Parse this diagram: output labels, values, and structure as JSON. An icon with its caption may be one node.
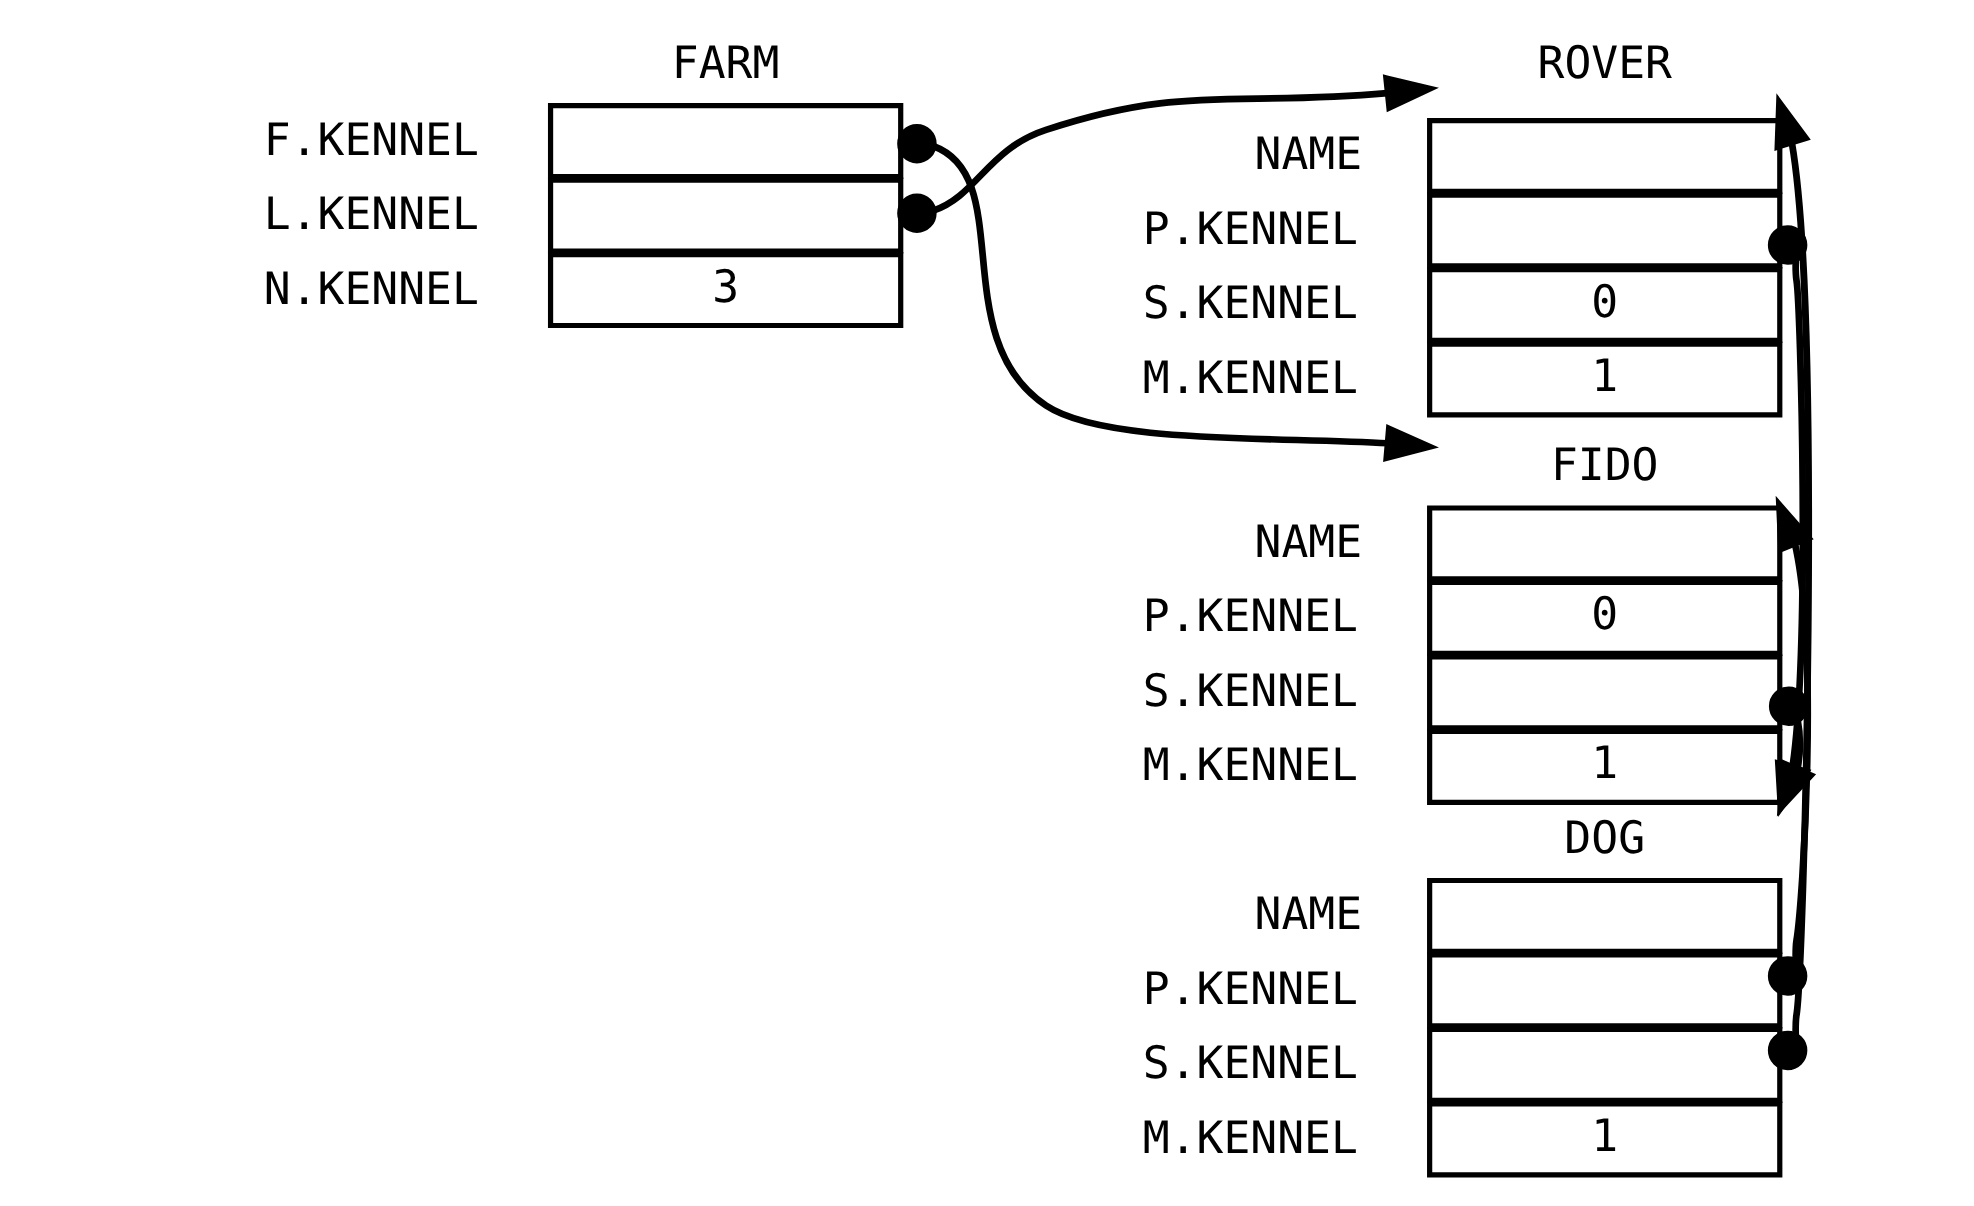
{
  "diagram": {
    "nodes": [
      {
        "text": [
          "FARM"
        ]
      },
      {
        "text": [],
        "shape": "box",
        "beside": [
          "F.KENNEL"
        ]
      },
      {
        "text": [],
        "shape": "box",
        "beside": [
          "L.KENNEL"
        ]
      },
      {
        "text": [
          "3"
        ],
        "beside": [
          "N.KENNEL"
        ]
      },
      {
        "text": [
          "ROVER"
        ]
      },
      {
        "text": [],
        "shape": "box",
        "beside": [
          "NAME"
        ]
      },
      {
        "text": [],
        "shape": "box",
        "beside": [
          "P.KENNEL"
        ]
      },
      {
        "text": [
          "0"
        ],
        "beside": [
          "S.KENNEL"
        ]
      },
      {
        "text": [
          "1"
        ],
        "beside": [
          "M.KENNEL"
        ]
      },
      {
        "text": [
          "FIDO"
        ]
      },
      {
        "text": [],
        "shape": "box",
        "beside": [
          "NAME"
        ]
      },
      {
        "text": [
          "0"
        ],
        "beside": [
          "P.KENNEL"
        ]
      },
      {
        "text": [],
        "shape": "box",
        "beside": [
          "S.KENNEL"
        ]
      },
      {
        "text": [
          "1"
        ],
        "beside": [
          "M.KENNEL"
        ]
      },
      {
        "text": [
          "DOG"
        ]
      },
      {
        "text": [],
        "shape": "box",
        "beside": [
          "NAME"
        ]
      },
      {
        "text": [],
        "shape": "box",
        "beside": [
          "P.KENNEL"
        ]
      },
      {
        "text": [],
        "shape": "box",
        "beside": [
          "S.KENNEL"
        ]
      },
      {
        "text": [
          "1"
        ],
        "beside": [
          "M.KENNEL"
        ]
      }
    ],
    "edges": [
      {
        "from": 1,
        "to": 9,
        "arrow": "to"
      },
      {
        "from": 2,
        "to": 4,
        "arrow": "to"
      },
      {
        "from": 6,
        "to": 14,
        "arrow": "to"
      },
      {
        "from": 12,
        "to": 14,
        "arrow": "to"
      },
      {
        "from": 16,
        "to": 9,
        "arrow": "to"
      },
      {
        "from": 17,
        "to": 4,
        "arrow": "to"
      }
    ]
  }
}
